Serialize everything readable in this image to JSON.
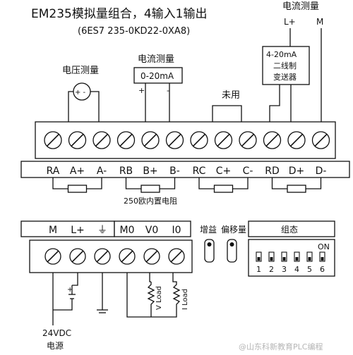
{
  "title": "EM235模拟量组合，4输入1输出",
  "part_number": "(6ES7 235-0KD22-0XA8)",
  "labels": {
    "voltage_measure": "电压测量",
    "current_measure_mid": "电流测量",
    "current_range": "0-20mA",
    "unused": "未用",
    "current_measure_top": "电流测量",
    "l_plus_top": "L+",
    "m_top": "M",
    "transmitter_line1": "4-20mA",
    "transmitter_line2": "二线制",
    "transmitter_line3": "变送器",
    "resistor_note": "250欧内置电阻",
    "gain": "增益",
    "offset": "偏移量",
    "config": "组态",
    "on": "ON",
    "power_line1": "24VDC",
    "power_line2": "电源",
    "v_load": "V Load",
    "i_load": "I Load",
    "plus": "+",
    "minus": "-",
    "meter_symbol": "+ -"
  },
  "input_terminals": [
    "RA",
    "A+",
    "A-",
    "RB",
    "B+",
    "B-",
    "RC",
    "C+",
    "C-",
    "RD",
    "D+",
    "D-"
  ],
  "output_terminals": [
    "M",
    "L+",
    "⏚",
    "M0",
    "V0",
    "I0"
  ],
  "dip_switches": [
    "1",
    "2",
    "3",
    "4",
    "5",
    "6"
  ],
  "watermark": "@山东科新教育PLC编程"
}
